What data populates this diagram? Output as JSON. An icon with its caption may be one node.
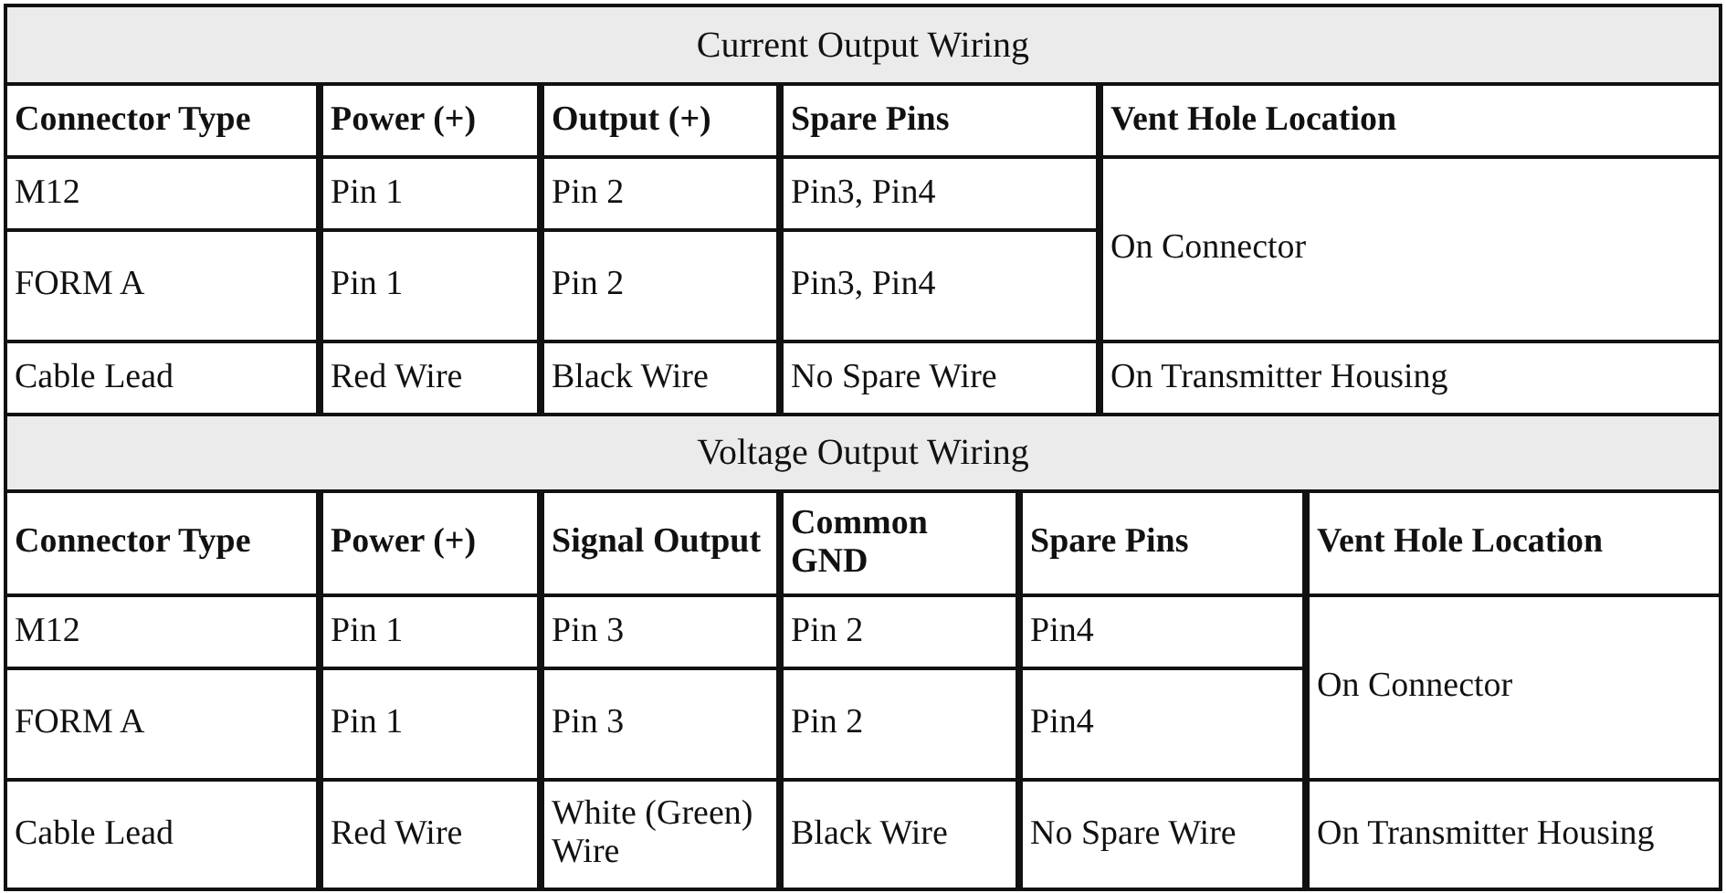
{
  "diagram": {
    "labels": [
      "Current Output Wiring",
      "Connector Type",
      "Power (+)",
      "Output (+)",
      "Spare Pins",
      "Vent Hole Location",
      "M12",
      "Pin 1",
      "Pin 2",
      "Pin3, Pin4",
      "On Connector",
      "FORM A",
      "Pin 1",
      "Pin 2",
      "Pin3, Pin4",
      "Cable Lead",
      "Red Wire",
      "Black Wire",
      "No Spare Wire",
      "On Transmitter Housing",
      "Voltage Output Wiring",
      "Connector Type",
      "Power (+)",
      "Signal Output",
      "Common GND",
      "Spare Pins",
      "Vent Hole Location",
      "M12",
      "Pin 1",
      "Pin 3",
      "Pin 2",
      "Pin4",
      "On Connector",
      "FORM A",
      "Pin 1",
      "Pin 3",
      "Pin 2",
      "Pin4",
      "Cable Lead",
      "Red Wire",
      "White (Green) Wire",
      "Black Wire",
      "No Spare Wire",
      "On Transmitter Housing"
    ]
  }
}
